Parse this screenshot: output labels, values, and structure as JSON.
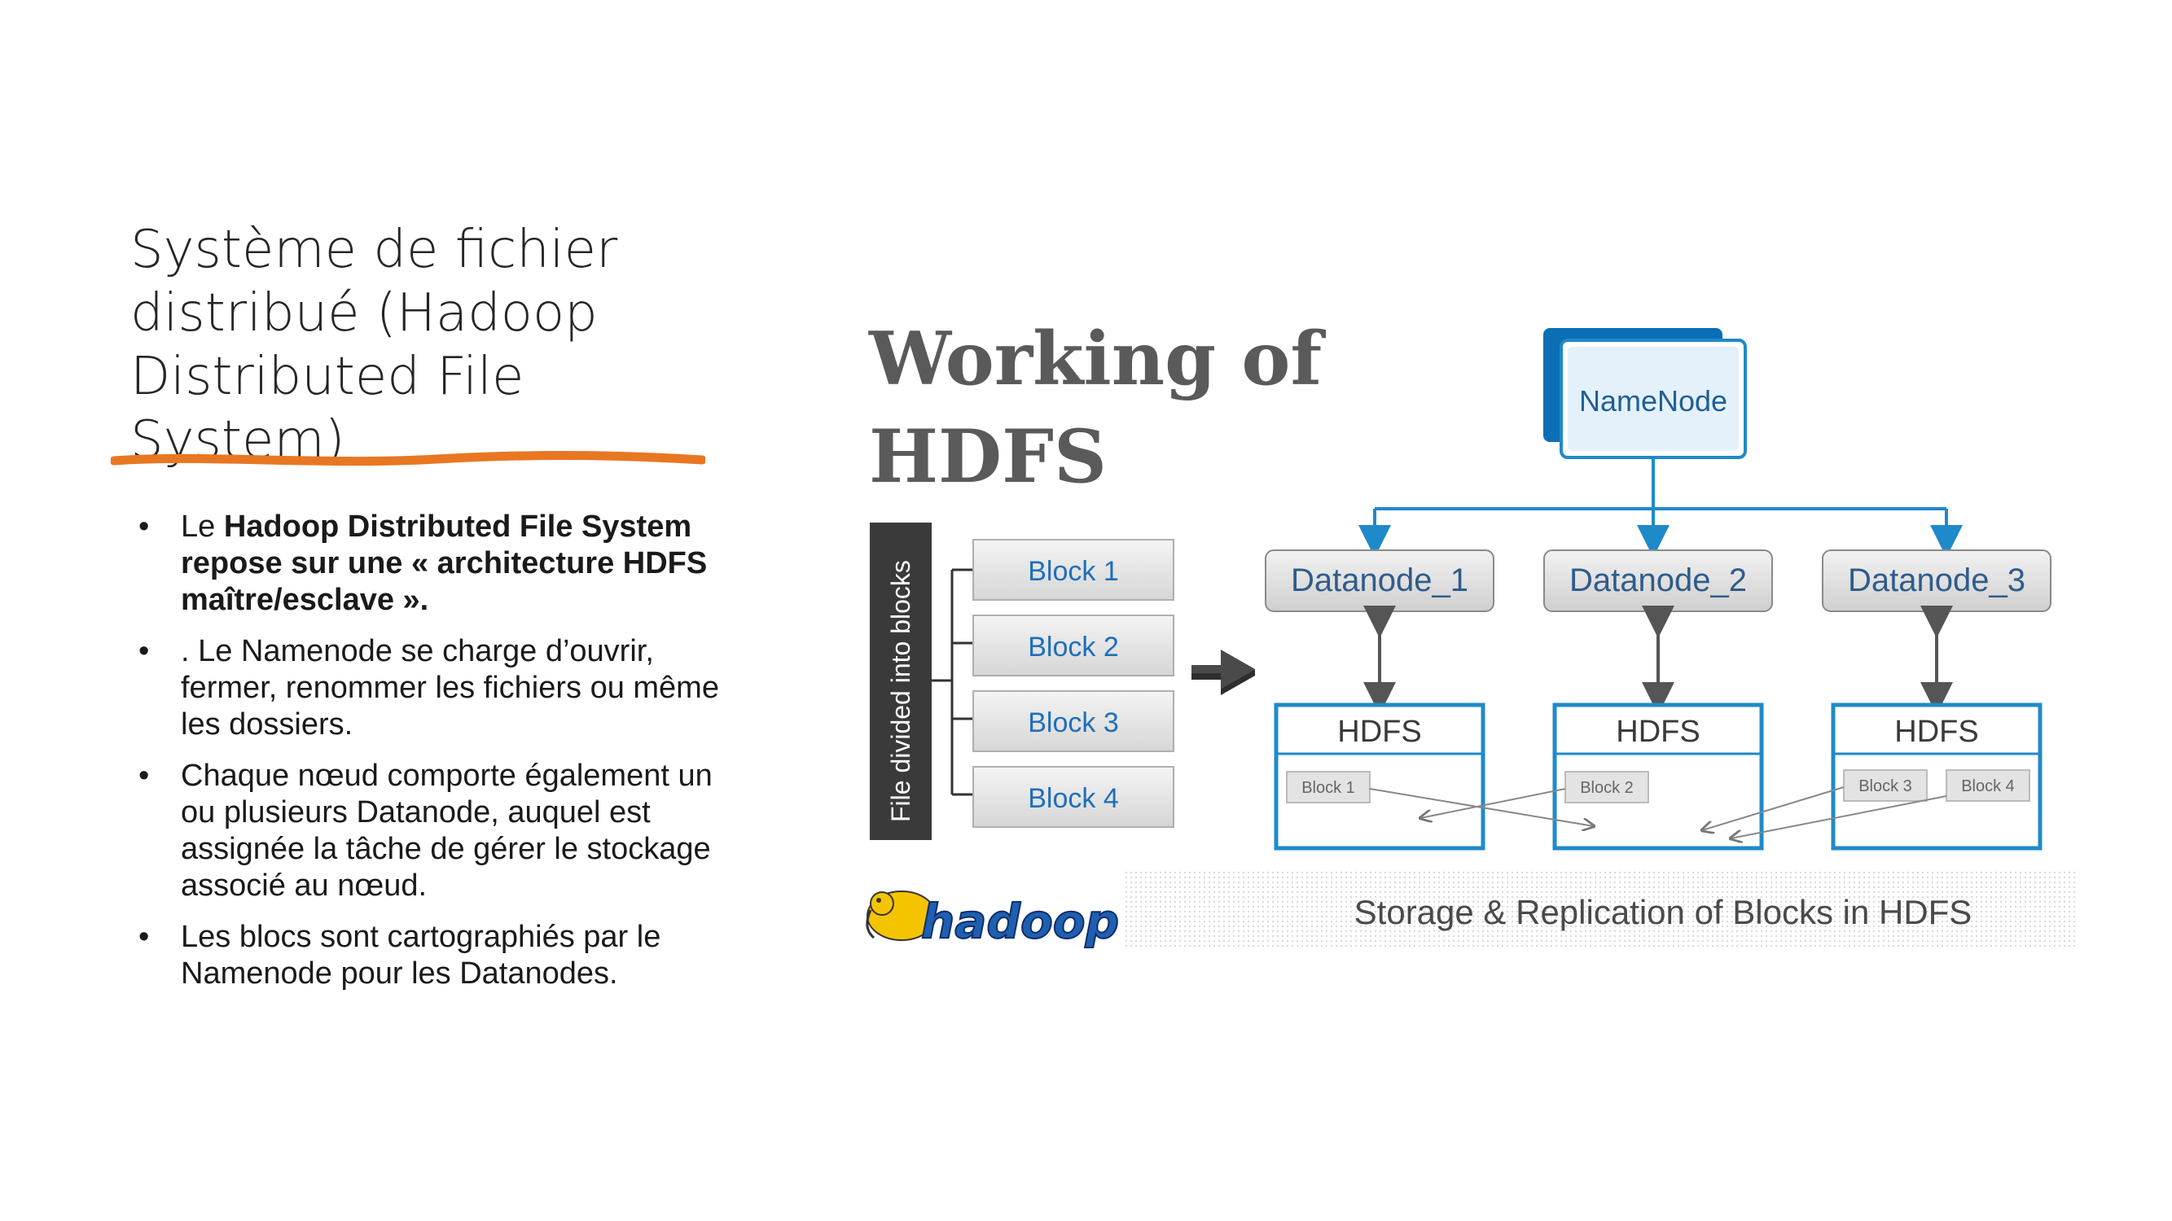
{
  "slide": {
    "title": "Système de fichier distribué (Hadoop Distributed File System)",
    "accent_color": "#E87722",
    "bullets": [
      {
        "prefix": "Le ",
        "bold": "Hadoop Distributed File System repose sur une « architecture HDFS maître/esclave ».",
        "text": ""
      },
      {
        "prefix": "",
        "bold": "",
        "text": ". Le Namenode se charge  d’ouvrir, fermer, renommer les fichiers ou même les dossiers."
      },
      {
        "prefix": "",
        "bold": "",
        "text": "Chaque nœud comporte également un ou plusieurs Datanode, auquel est assignée la tâche de gérer le stockage associé au nœud."
      },
      {
        "prefix": "",
        "bold": "",
        "text": "Les blocs sont cartographiés par le Namenode pour les Datanodes."
      }
    ]
  },
  "diagram": {
    "heading_line1": "Working of",
    "heading_line2": "HDFS",
    "file_label": "File divided into blocks",
    "blocks": [
      "Block 1",
      "Block 2",
      "Block 3",
      "Block 4"
    ],
    "namenode": "NameNode",
    "datanodes": [
      "Datanode_1",
      "Datanode_2",
      "Datanode_3"
    ],
    "hdfs_label": "HDFS",
    "stored_blocks": [
      [
        "Block 1"
      ],
      [
        "Block 2"
      ],
      [
        "Block 3",
        "Block 4"
      ]
    ],
    "logo_text": "hadoop",
    "caption": "Storage & Replication of Blocks in HDFS",
    "colors": {
      "blue": "#1F8AC9",
      "dark_blue": "#0B6FB5",
      "gray_bar": "#3A3A3A",
      "heading": "#5A5A5A"
    }
  }
}
